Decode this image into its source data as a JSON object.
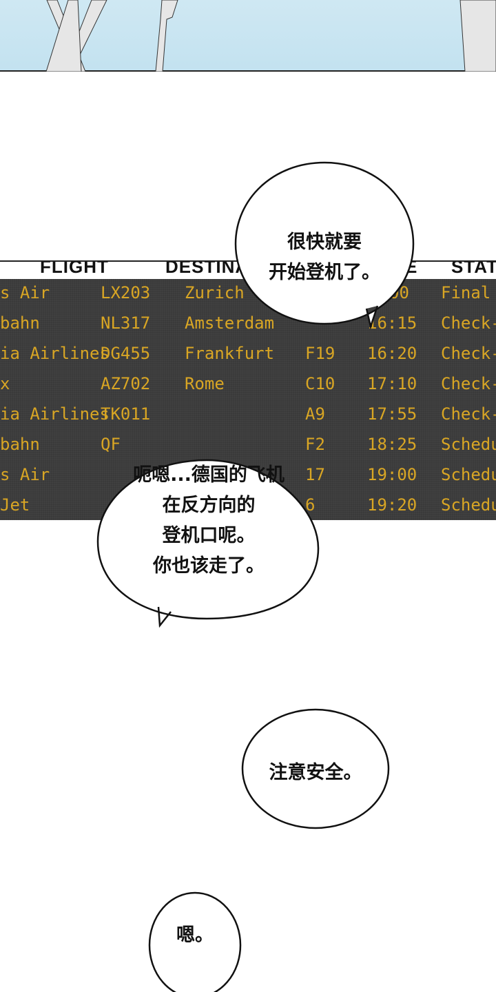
{
  "board": {
    "headers": [
      "FLIGHT",
      "DESTINA",
      "E",
      "STAT"
    ],
    "rows": [
      {
        "airline": "s Air",
        "flight": "LX203",
        "destination": "Zurich",
        "gate": "",
        "time": "00",
        "status": "Final C"
      },
      {
        "airline": "bahn",
        "flight": "NL317",
        "destination": "Amsterdam",
        "gate": "",
        "time": "16:15",
        "status": "Check-"
      },
      {
        "airline": "ia Airlines",
        "flight": "DG455",
        "destination": "Frankfurt",
        "gate": "F19",
        "time": "16:20",
        "status": "Check-"
      },
      {
        "airline": "x",
        "flight": "AZ702",
        "destination": "Rome",
        "gate": "C10",
        "time": "17:10",
        "status": "Check-"
      },
      {
        "airline": "ia Airlines",
        "flight": "TK011",
        "destination": "",
        "gate": "A9",
        "time": "17:55",
        "status": "Check-"
      },
      {
        "airline": "bahn",
        "flight": "QF",
        "destination": "",
        "gate": "F2",
        "time": "18:25",
        "status": "Schedu"
      },
      {
        "airline": "s Air",
        "flight": "",
        "destination": "",
        "gate": "17",
        "time": "19:00",
        "status": "Schedu"
      },
      {
        "airline": "Jet",
        "flight": "",
        "destination": "",
        "gate": "6",
        "time": "19:20",
        "status": "Schedu"
      }
    ]
  },
  "bubbles": [
    {
      "lines": [
        "很快就要",
        "开始登机了。"
      ]
    },
    {
      "lines": [
        "呃嗯...德国的飞机",
        "在反方向的",
        "登机口呢。",
        "你也该走了。"
      ]
    },
    {
      "lines": [
        "注意安全。"
      ]
    },
    {
      "lines": [
        "嗯。"
      ]
    }
  ],
  "colors": {
    "board_text": "#d9a624",
    "board_bg": "#3a3a3a",
    "sky": "#c8e4f1"
  }
}
